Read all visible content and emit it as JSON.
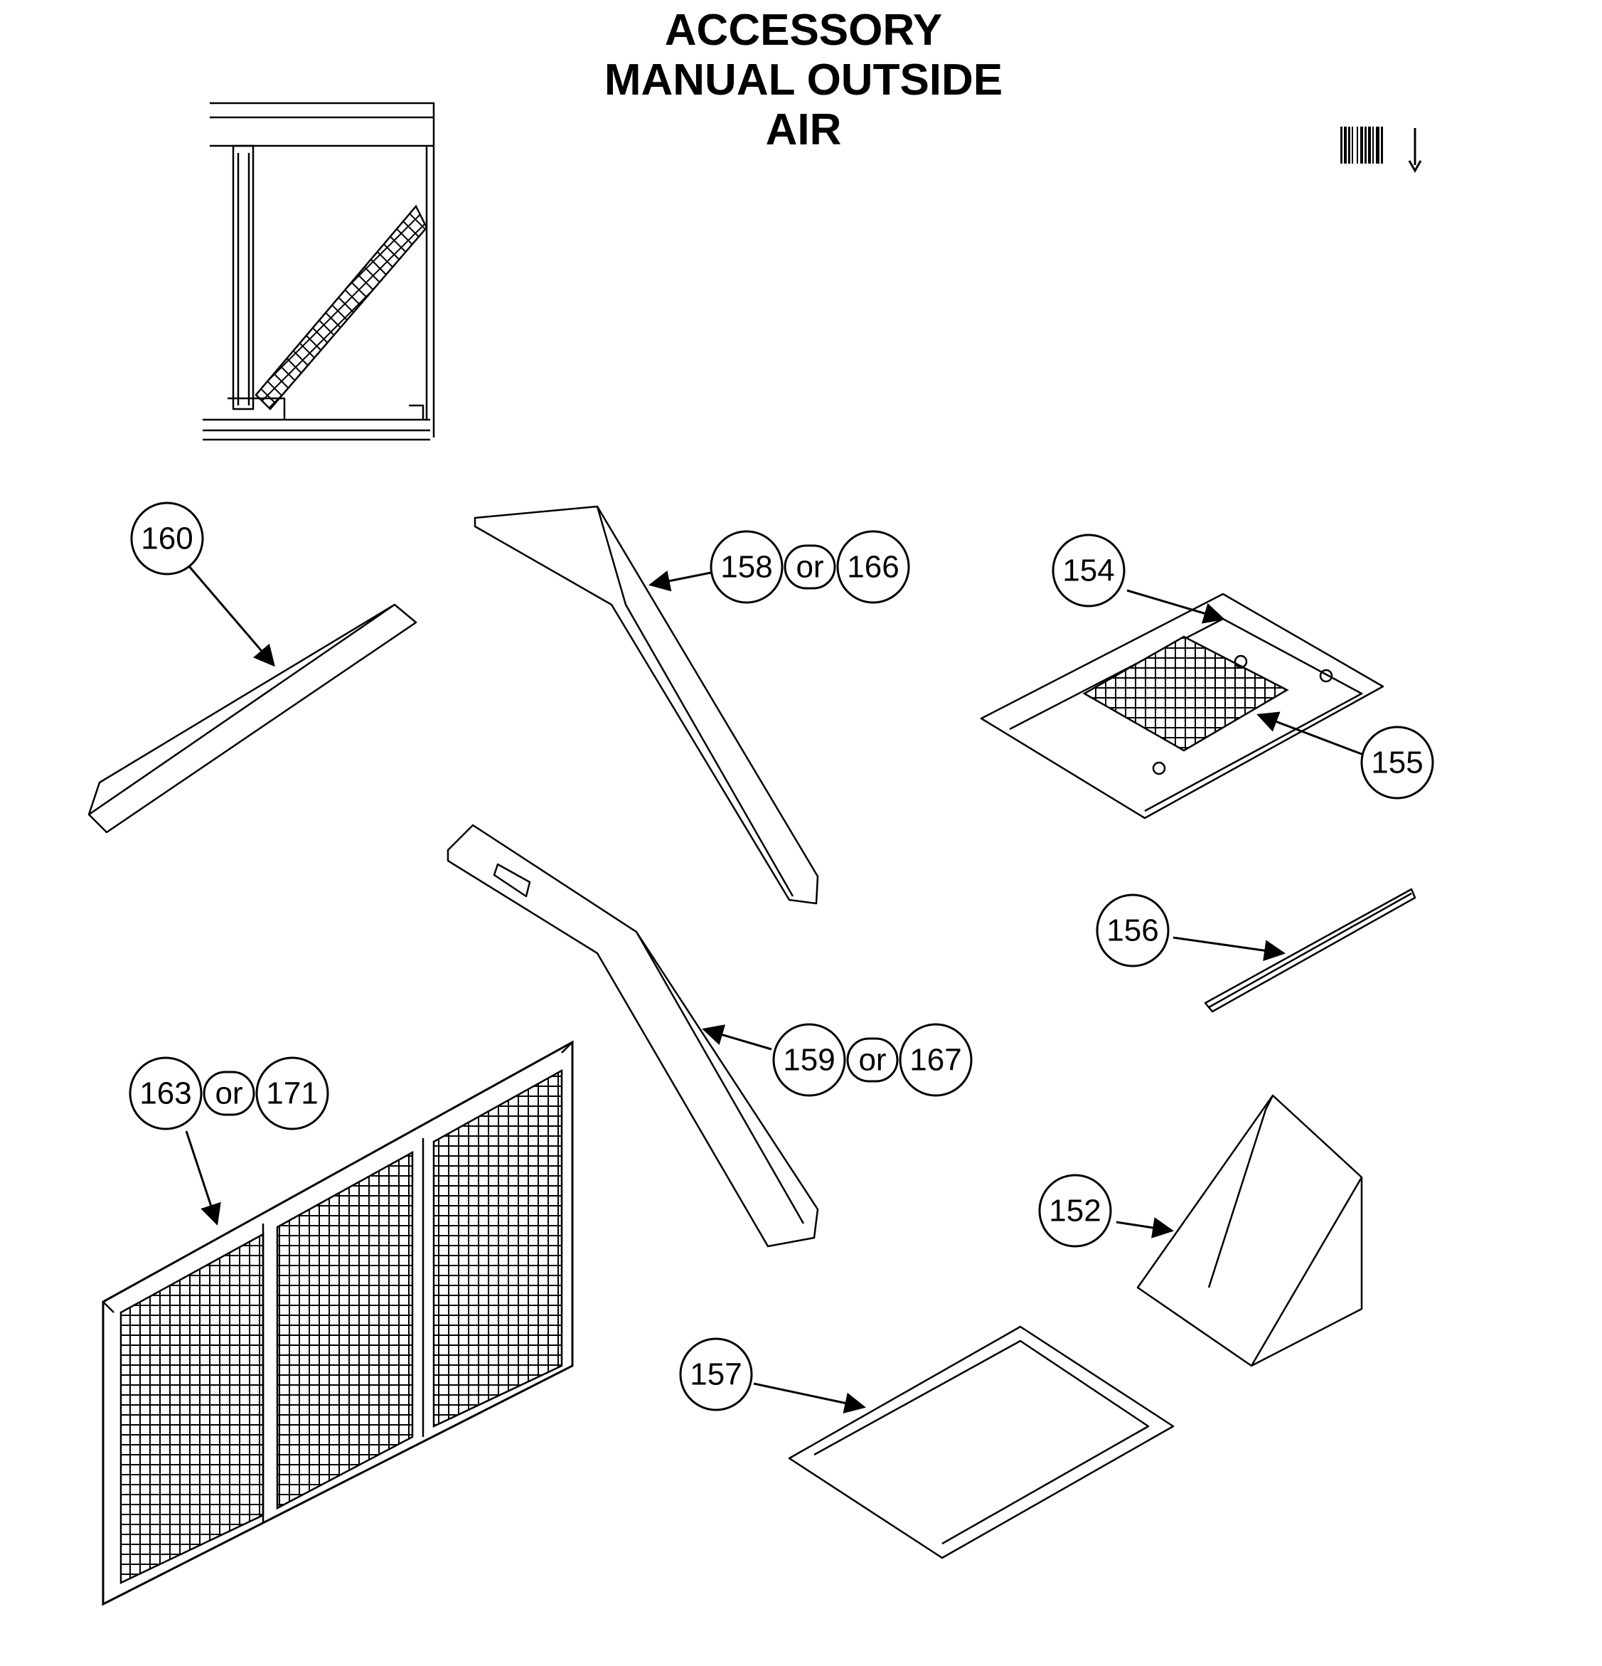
{
  "title": {
    "line1": "ACCESSORY",
    "line2": "MANUAL OUTSIDE",
    "line3": "AIR"
  },
  "callouts": {
    "c160": "160",
    "c158": "158",
    "c166": "166",
    "c154": "154",
    "c155": "155",
    "c156": "156",
    "c159": "159",
    "c167": "167",
    "c163": "163",
    "c171": "171",
    "c152": "152",
    "c157": "157"
  },
  "connector": "or",
  "icons": {
    "barcode": "barcode-icon"
  }
}
